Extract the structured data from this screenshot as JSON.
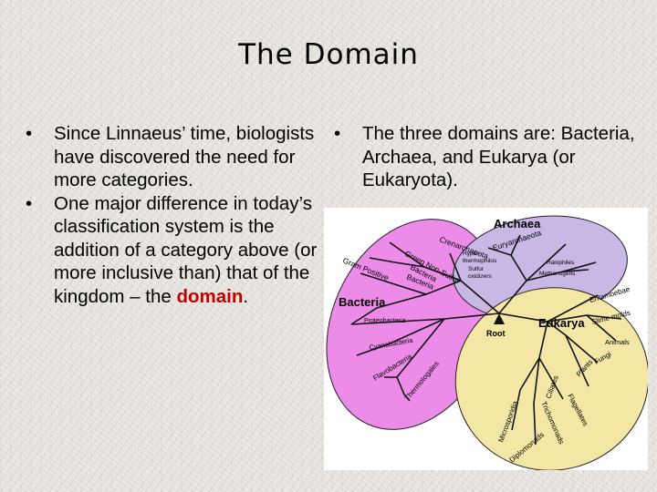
{
  "title": "The Domain",
  "left_bullets": [
    "Since Linnaeus’ time, biologists have discovered the need for more categories.",
    "One major difference in today’s classification system is the addition of a category above (or more inclusive than) that of the kingdom – the "
  ],
  "left_highlight": "domain",
  "left_tail": ".",
  "right_bullets": [
    "The three domains are: Bacteria, Archaea, and Eukarya (or Eukaryota)."
  ],
  "diagram": {
    "archaea": "Archaea",
    "bacteria": "Bacteria",
    "eukarya": "Eukarya",
    "root": "Root",
    "crenarchaeota": "Crenarchaeota",
    "euryarchaeota": "Euryarchaeota",
    "hyperthermophilos_1": "Hyper-",
    "hyperthermophilos_2": "thermophilos",
    "sulfur_1": "Sulfur",
    "sulfur_2": "oxidizers",
    "halophiles": "Halophiles",
    "methanogens": "Methanogens",
    "gram_positive": "Gram Positive",
    "bacteria_curve": "Bacteria",
    "green_nonsulfur": "Green Non-Sulfur",
    "bacteria_curve2": "Bacteria",
    "proteobacteria": "Proteobacteria",
    "cyanobacteria": "Cyanobacteria",
    "flavobacteria": "Flavobacteria",
    "thermotogales": "Thermotogales",
    "entamoebae": "Entamoebae",
    "slime_molds": "Slime molds",
    "animals": "Animals",
    "fungi": "Fungi",
    "plants": "Plants",
    "ciliates": "Ciliates",
    "flagellates": "Flagellates",
    "trichomonads": "Trichomonads",
    "microsporidia": "Microsporidia",
    "diplomonads": "Diplomonads"
  }
}
